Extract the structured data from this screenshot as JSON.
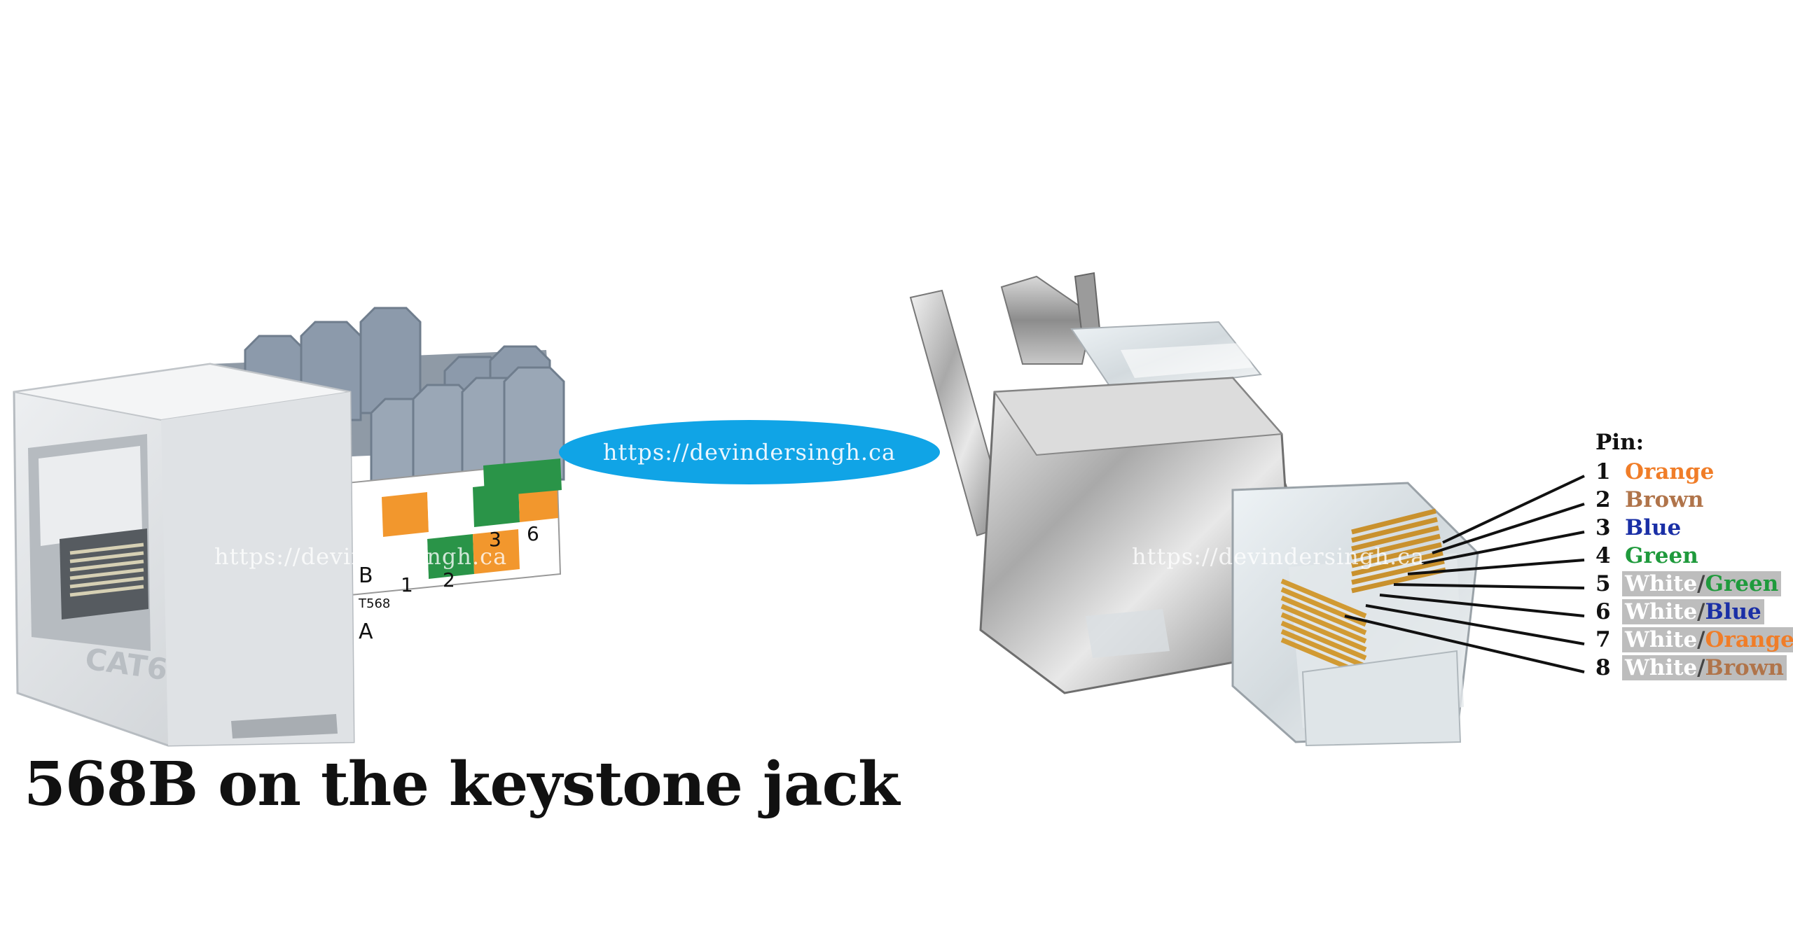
{
  "caption": "568B on the keystone jack",
  "center_badge": "https://devindersingh.ca",
  "watermarks": [
    "https://devindersingh.ca",
    "https://devindersingh.ca"
  ],
  "jack_labels": {
    "cat": "CAT6",
    "row_b": "B",
    "row_a": "A",
    "standard": "T568",
    "pins": [
      "1",
      "2",
      "3",
      "6"
    ]
  },
  "legend": {
    "title": "Pin:",
    "pins": [
      {
        "num": "1",
        "prefix": "",
        "color": "Orange",
        "hex": "#f07d28",
        "shaded": false
      },
      {
        "num": "2",
        "prefix": "",
        "color": "Brown",
        "hex": "#b0744a",
        "shaded": false
      },
      {
        "num": "3",
        "prefix": "",
        "color": "Blue",
        "hex": "#1a2fa6",
        "shaded": false
      },
      {
        "num": "4",
        "prefix": "",
        "color": "Green",
        "hex": "#1f9a3c",
        "shaded": false
      },
      {
        "num": "5",
        "prefix": "White",
        "color": "Green",
        "hex": "#1f9a3c",
        "shaded": true
      },
      {
        "num": "6",
        "prefix": "White",
        "color": "Blue",
        "hex": "#1a2fa6",
        "shaded": true
      },
      {
        "num": "7",
        "prefix": "White",
        "color": "Orange",
        "hex": "#f07d28",
        "shaded": true
      },
      {
        "num": "8",
        "prefix": "White",
        "color": "Brown",
        "hex": "#b0744a",
        "shaded": true
      }
    ]
  }
}
